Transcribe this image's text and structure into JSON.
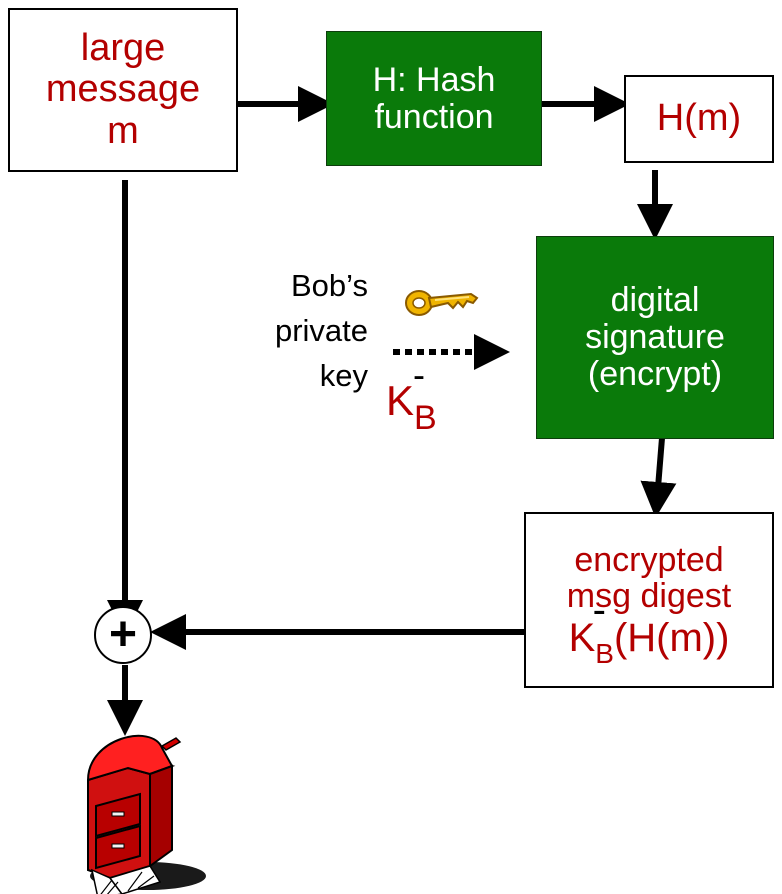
{
  "boxes": {
    "large_message": {
      "lines": [
        "large",
        "message",
        "m"
      ]
    },
    "hash_function": {
      "lines": [
        "H: Hash",
        "function"
      ]
    },
    "hash_output": {
      "text": "H(m)"
    },
    "digital_signature": {
      "lines": [
        "digital",
        "signature",
        "(encrypt)"
      ]
    },
    "encrypted_digest": {
      "lines": [
        "encrypted",
        "msg digest"
      ],
      "formula_main": "K",
      "formula_sub": "B",
      "formula_sup": "-",
      "formula_rest": "(H(m))"
    }
  },
  "private_key": {
    "label_lines": [
      "Bob’s",
      "private",
      "key"
    ],
    "symbol_main": "K",
    "symbol_sub": "B",
    "symbol_sup": "-"
  },
  "combine": {
    "symbol": "+"
  },
  "icons": {
    "key": "key-icon",
    "mailbox": "mailbox-icon"
  },
  "colors": {
    "green": "#0a7a0a",
    "red_text": "#b30000",
    "arrow": "#000000"
  }
}
